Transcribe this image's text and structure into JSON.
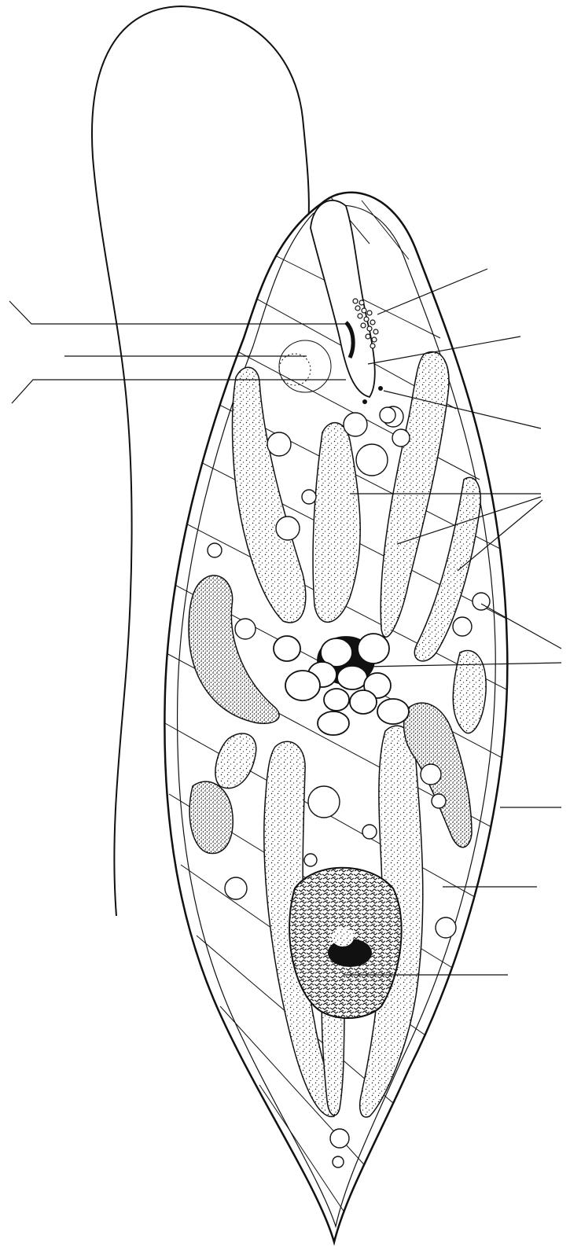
{
  "figure": {
    "subject": "euglena-cell",
    "labels_visible": false
  },
  "colors": {
    "ink": "#111111",
    "background": "#ffffff"
  },
  "leader_lines": [
    {
      "id": "eyespot",
      "side": "right"
    },
    {
      "id": "photoreceptor",
      "side": "right"
    },
    {
      "id": "basal-body",
      "side": "right"
    },
    {
      "id": "chloroplasts",
      "side": "right"
    },
    {
      "id": "paramylon-granule",
      "side": "right"
    },
    {
      "id": "pyrenoid-center",
      "side": "right"
    },
    {
      "id": "pellicle",
      "side": "right"
    },
    {
      "id": "cytoplasm-strand",
      "side": "right"
    },
    {
      "id": "nucleolus",
      "side": "right"
    },
    {
      "id": "flagellum-base",
      "side": "left"
    },
    {
      "id": "contractile-vacuole",
      "side": "left"
    },
    {
      "id": "reservoir",
      "side": "left"
    }
  ]
}
